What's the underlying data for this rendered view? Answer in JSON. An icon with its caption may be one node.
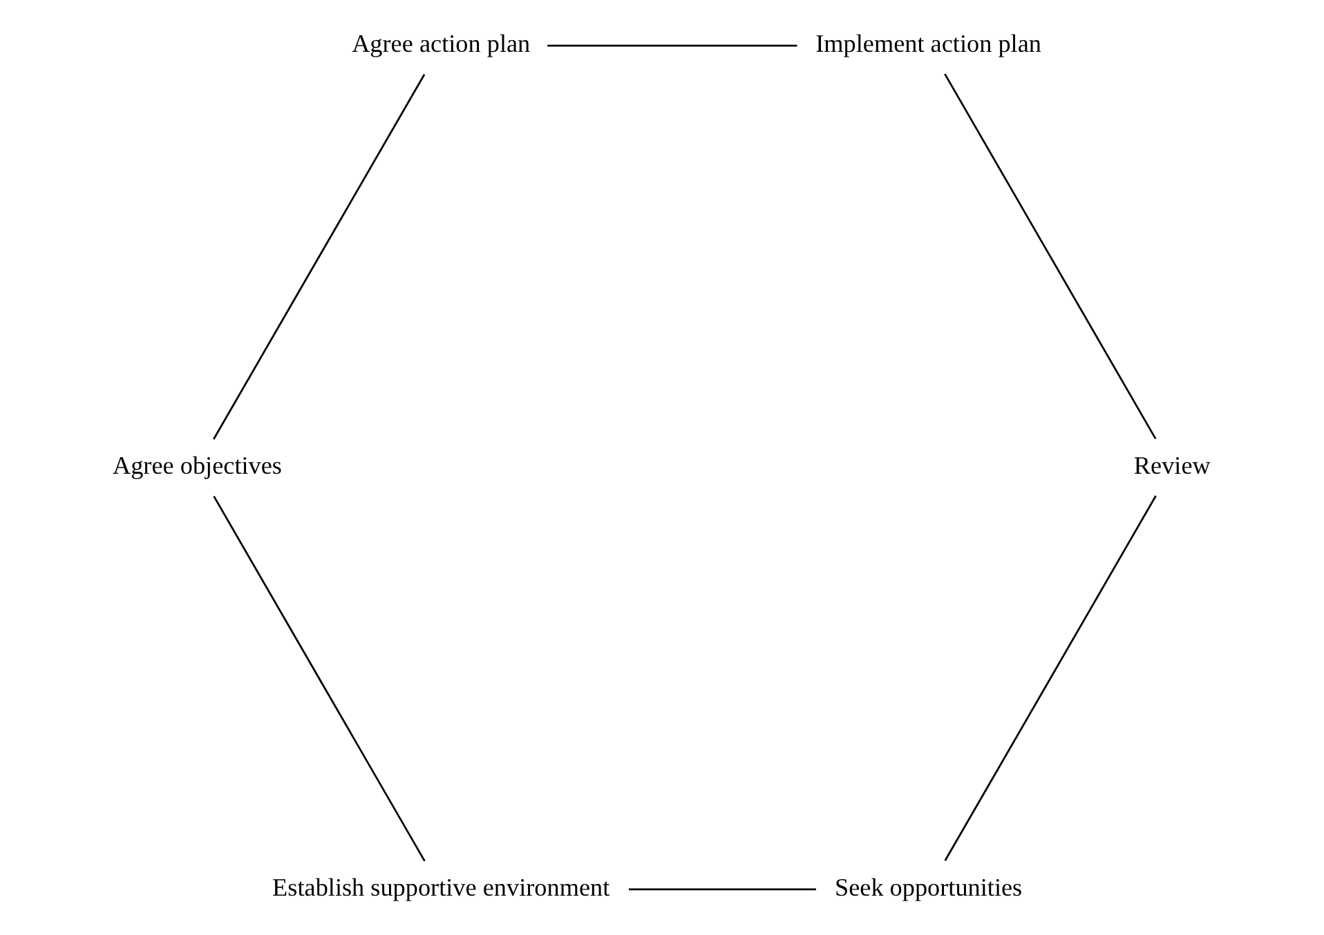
{
  "diagram": {
    "nodes": [
      {
        "text": [
          "Seek opportunities"
        ]
      },
      {
        "text": [
          "Establish supportive environment"
        ]
      },
      {
        "text": [
          "Agree objectives"
        ]
      },
      {
        "text": [
          "Agree action plan"
        ]
      },
      {
        "text": [
          "Implement action plan"
        ]
      },
      {
        "text": [
          "Review"
        ]
      }
    ],
    "edges": [
      {
        "from": 0,
        "to": 1,
        "arrow": "none"
      },
      {
        "from": 1,
        "to": 2,
        "arrow": "none"
      },
      {
        "from": 2,
        "to": 3,
        "arrow": "none"
      },
      {
        "from": 3,
        "to": 4,
        "arrow": "none"
      },
      {
        "from": 4,
        "to": 5,
        "arrow": "none"
      },
      {
        "from": 5,
        "to": 0,
        "arrow": "none"
      }
    ]
  }
}
